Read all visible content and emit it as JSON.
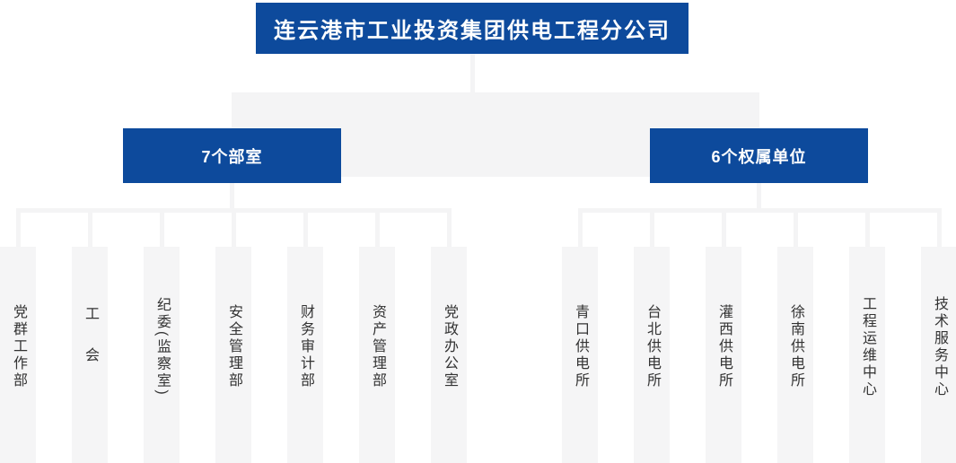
{
  "org_chart": {
    "root": {
      "label": "连云港市工业投资集团供电工程分公司"
    },
    "groups": [
      {
        "label": "7个部室",
        "children": [
          "党群工作部",
          "工会",
          "纪委(监察室)",
          "安全管理部",
          "财务审计部",
          "资产管理部",
          "党政办公室"
        ]
      },
      {
        "label": "6个权属单位",
        "children": [
          "青口供电所",
          "台北供电所",
          "灌西供电所",
          "徐南供电所",
          "工程运维中心",
          "技术服务中心"
        ]
      }
    ],
    "colors": {
      "node_blue": "#0d4a9c",
      "node_text": "#ffffff",
      "connector_gray": "#f4f4f5",
      "leaf_bg": "#f5f5f6",
      "leaf_text": "#333333",
      "background": "#ffffff"
    }
  }
}
